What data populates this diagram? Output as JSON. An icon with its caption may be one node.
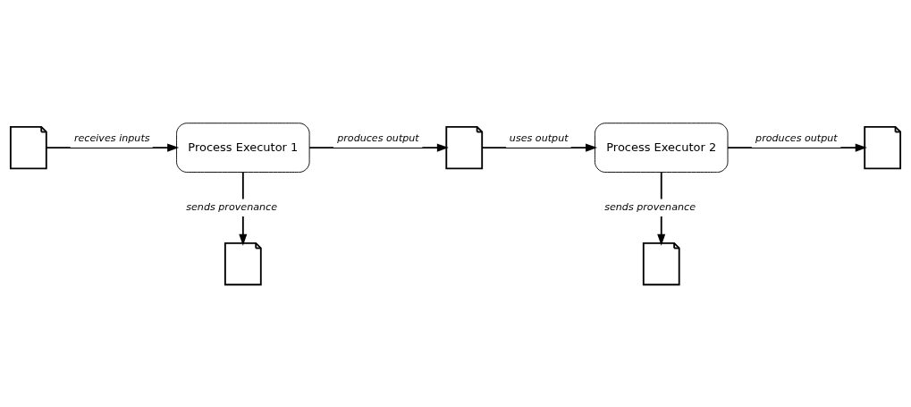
{
  "diagram": {
    "nodes": [
      {
        "text": [],
        "shape": "document"
      },
      {
        "text": [
          "Process Executor 1"
        ]
      },
      {
        "text": [],
        "shape": "document"
      },
      {
        "text": [],
        "shape": "document"
      },
      {
        "text": [
          "Process Executor 2"
        ]
      },
      {
        "text": [],
        "shape": "document"
      },
      {
        "text": [],
        "shape": "document"
      }
    ],
    "edges": [
      {
        "from": 0,
        "to": 1,
        "arrow": "to",
        "label": "receives inputs"
      },
      {
        "from": 1,
        "to": 2,
        "arrow": "to",
        "label": "sends provenance"
      },
      {
        "from": 1,
        "to": 3,
        "arrow": "to",
        "label": "produces output"
      },
      {
        "from": 3,
        "to": 4,
        "arrow": "to",
        "label": "uses output"
      },
      {
        "from": 4,
        "to": 5,
        "arrow": "to",
        "label": "sends provenance"
      },
      {
        "from": 4,
        "to": 6,
        "arrow": "to",
        "label": "produces output"
      }
    ]
  }
}
